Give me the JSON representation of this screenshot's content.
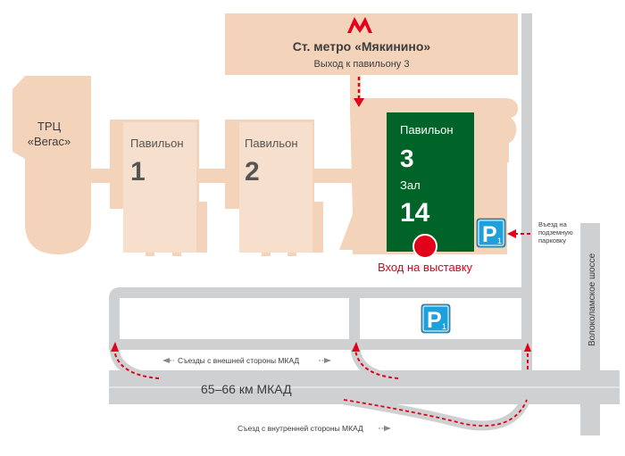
{
  "metro": {
    "icon": "metro-m-icon",
    "station": "Ст. метро «Мякинино»",
    "exit_note": "Выход к павильону 3"
  },
  "mall": {
    "name_line1": "ТРЦ",
    "name_line2": "«Вегас»"
  },
  "pavilions": [
    {
      "label": "Павильон",
      "number": "1"
    },
    {
      "label": "Павильон",
      "number": "2"
    }
  ],
  "pavilion3": {
    "label": "Павильон",
    "number": "3",
    "hall_label": "Зал",
    "hall_number": "14"
  },
  "entrance": {
    "label": "Вход на выставку"
  },
  "parking": [
    {
      "letter": "P",
      "index": "1"
    },
    {
      "letter": "P",
      "index": "1"
    }
  ],
  "underground_parking_note": {
    "line1": "Въезд на",
    "line2": "подземную",
    "line3": "парковку"
  },
  "roads": {
    "highway": "Волоколамское шоссе",
    "mkad": "65–66 км МКАД",
    "outer_exits": "Съезды с внешней стороны МКАД",
    "inner_exit": "Съезд с внутренней стороны МКАД"
  },
  "colors": {
    "building": "#f4d3bb",
    "building_light": "#f6dfcc",
    "pavilion3": "#006428",
    "road": "#cfd0d2",
    "accent_red": "#e2001a",
    "parking_blue": "#1ea0dc",
    "text_dark": "#3c3c3c"
  }
}
